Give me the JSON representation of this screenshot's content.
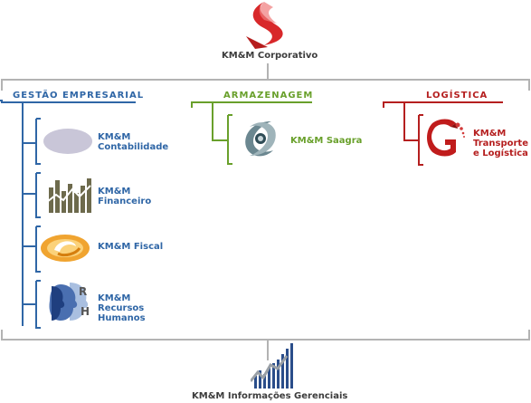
{
  "top": {
    "label": "KM&M Corporativo",
    "logo_icon": "red-s-logo-icon",
    "accent": "#d8282a"
  },
  "bottom": {
    "label": "KM&M Informações Gerenciais",
    "icon": "bar-chart-icon"
  },
  "groups": [
    {
      "title": "GESTÃO EMPRESARIAL",
      "color": "#2f66a6",
      "items": [
        {
          "label": [
            "KM&M",
            "Contabilidade"
          ],
          "icon": "contabilidade-logo-icon"
        },
        {
          "label": [
            "KM&M",
            "Financeiro"
          ],
          "icon": "financeiro-chart-icon"
        },
        {
          "label": [
            "KM&M Fiscal"
          ],
          "icon": "fiscal-logo-icon"
        },
        {
          "label": [
            "KM&M",
            "Recursos",
            "Humanos"
          ],
          "icon": "recursos-humanos-faces-icon"
        }
      ]
    },
    {
      "title": "ARMAZENAGEM",
      "color": "#69a02b",
      "items": [
        {
          "label": [
            "KM&M Saagra"
          ],
          "icon": "saagra-swirl-icon"
        }
      ]
    },
    {
      "title": "LOGÍSTICA",
      "color": "#b51f1f",
      "items": [
        {
          "label": [
            "KM&M",
            "Transporte",
            "e Logística"
          ],
          "icon": "logistica-g-icon"
        }
      ]
    }
  ],
  "line_color": "#aaaaaa"
}
